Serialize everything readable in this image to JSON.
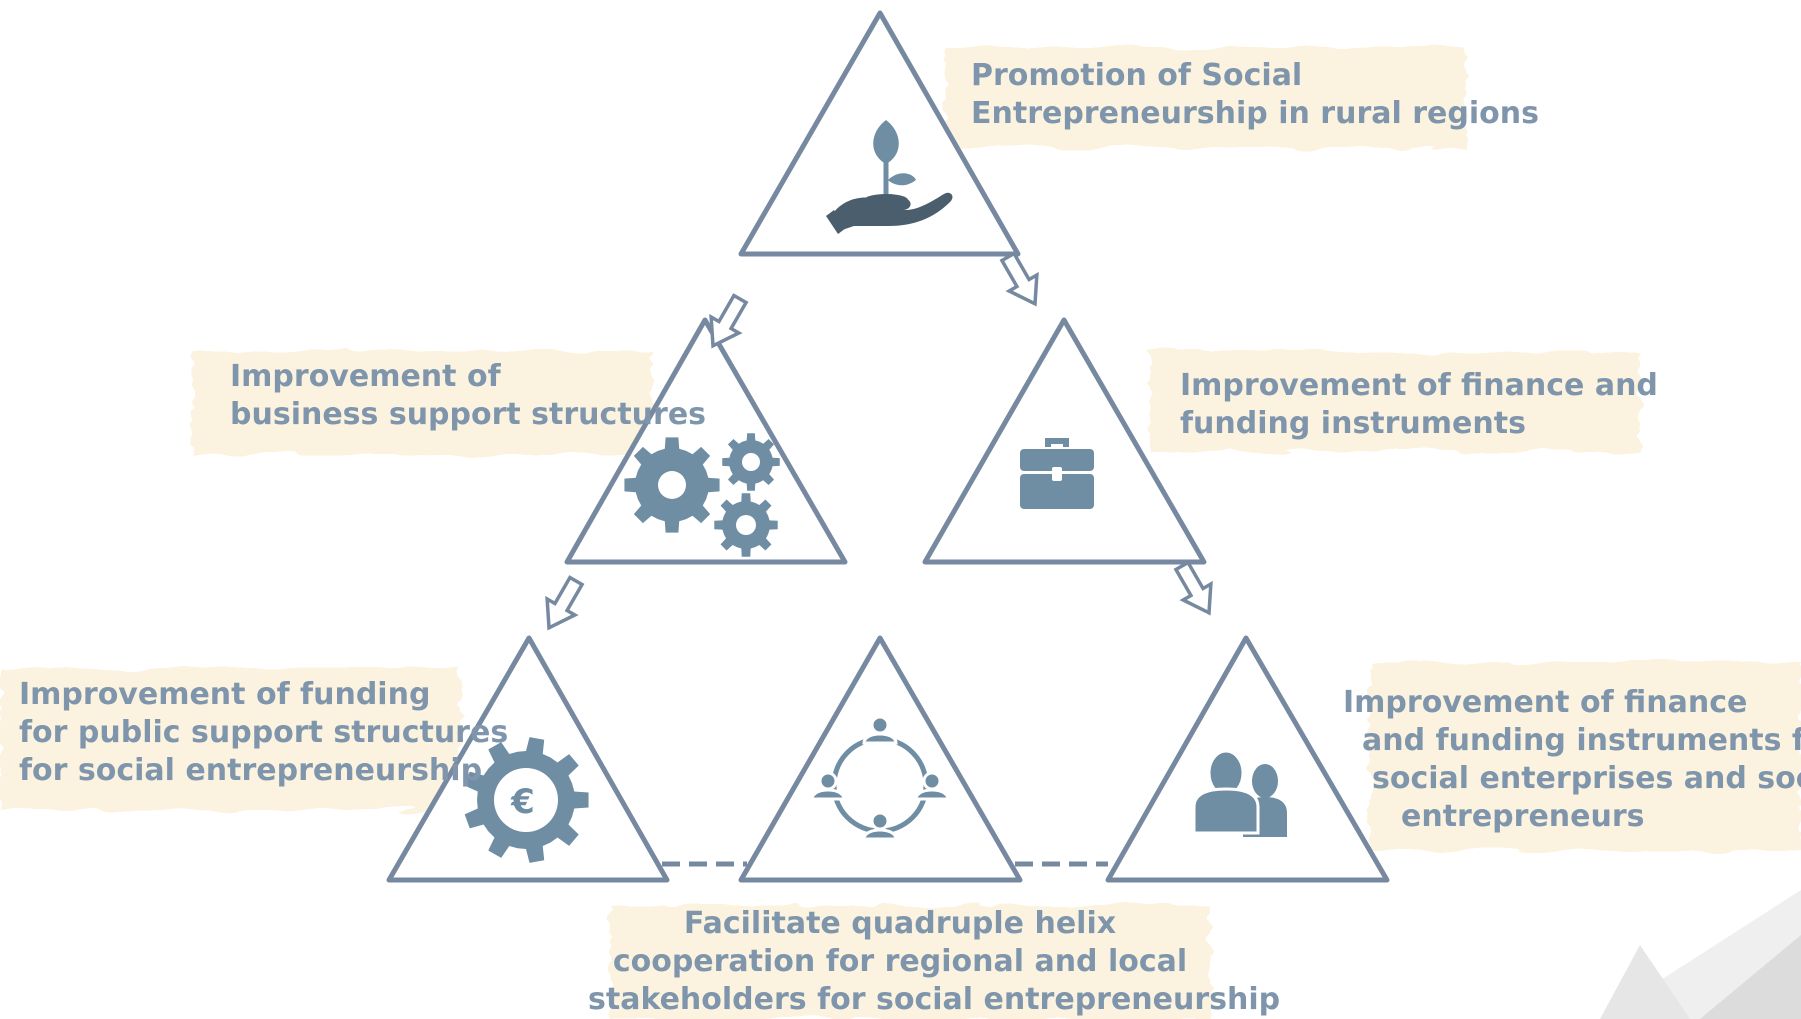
{
  "colors": {
    "outline": "#7689a0",
    "icon": "#6f8da3",
    "icon_dark": "#4a5e6e",
    "label_text": "#7f95ab",
    "label_highlight": "#fbf3df"
  },
  "nodes": {
    "top": {
      "icon": "plant-in-hand-icon",
      "label_lines": [
        "Promotion of Social",
        "Entrepreneurship in rural regions"
      ]
    },
    "middle_left": {
      "icon": "gears-icon",
      "label_lines": [
        "Improvement of",
        "business support structures"
      ]
    },
    "middle_right": {
      "icon": "briefcase-icon",
      "label_lines": [
        "Improvement of finance and",
        "funding instruments"
      ]
    },
    "bottom_left": {
      "icon": "euro-gear-icon",
      "label_lines": [
        "Improvement of funding",
        "for public support structures",
        "for social entrepreneurship"
      ]
    },
    "bottom_center": {
      "icon": "people-network-icon",
      "label_lines": [
        "Facilitate quadruple helix",
        "cooperation for regional and local",
        "stakeholders for social entrepreneurship"
      ]
    },
    "bottom_right": {
      "icon": "two-people-icon",
      "label_lines": [
        "Improvement of finance",
        "and funding instruments for",
        "social enterprises and social",
        "entrepreneurs"
      ]
    }
  }
}
